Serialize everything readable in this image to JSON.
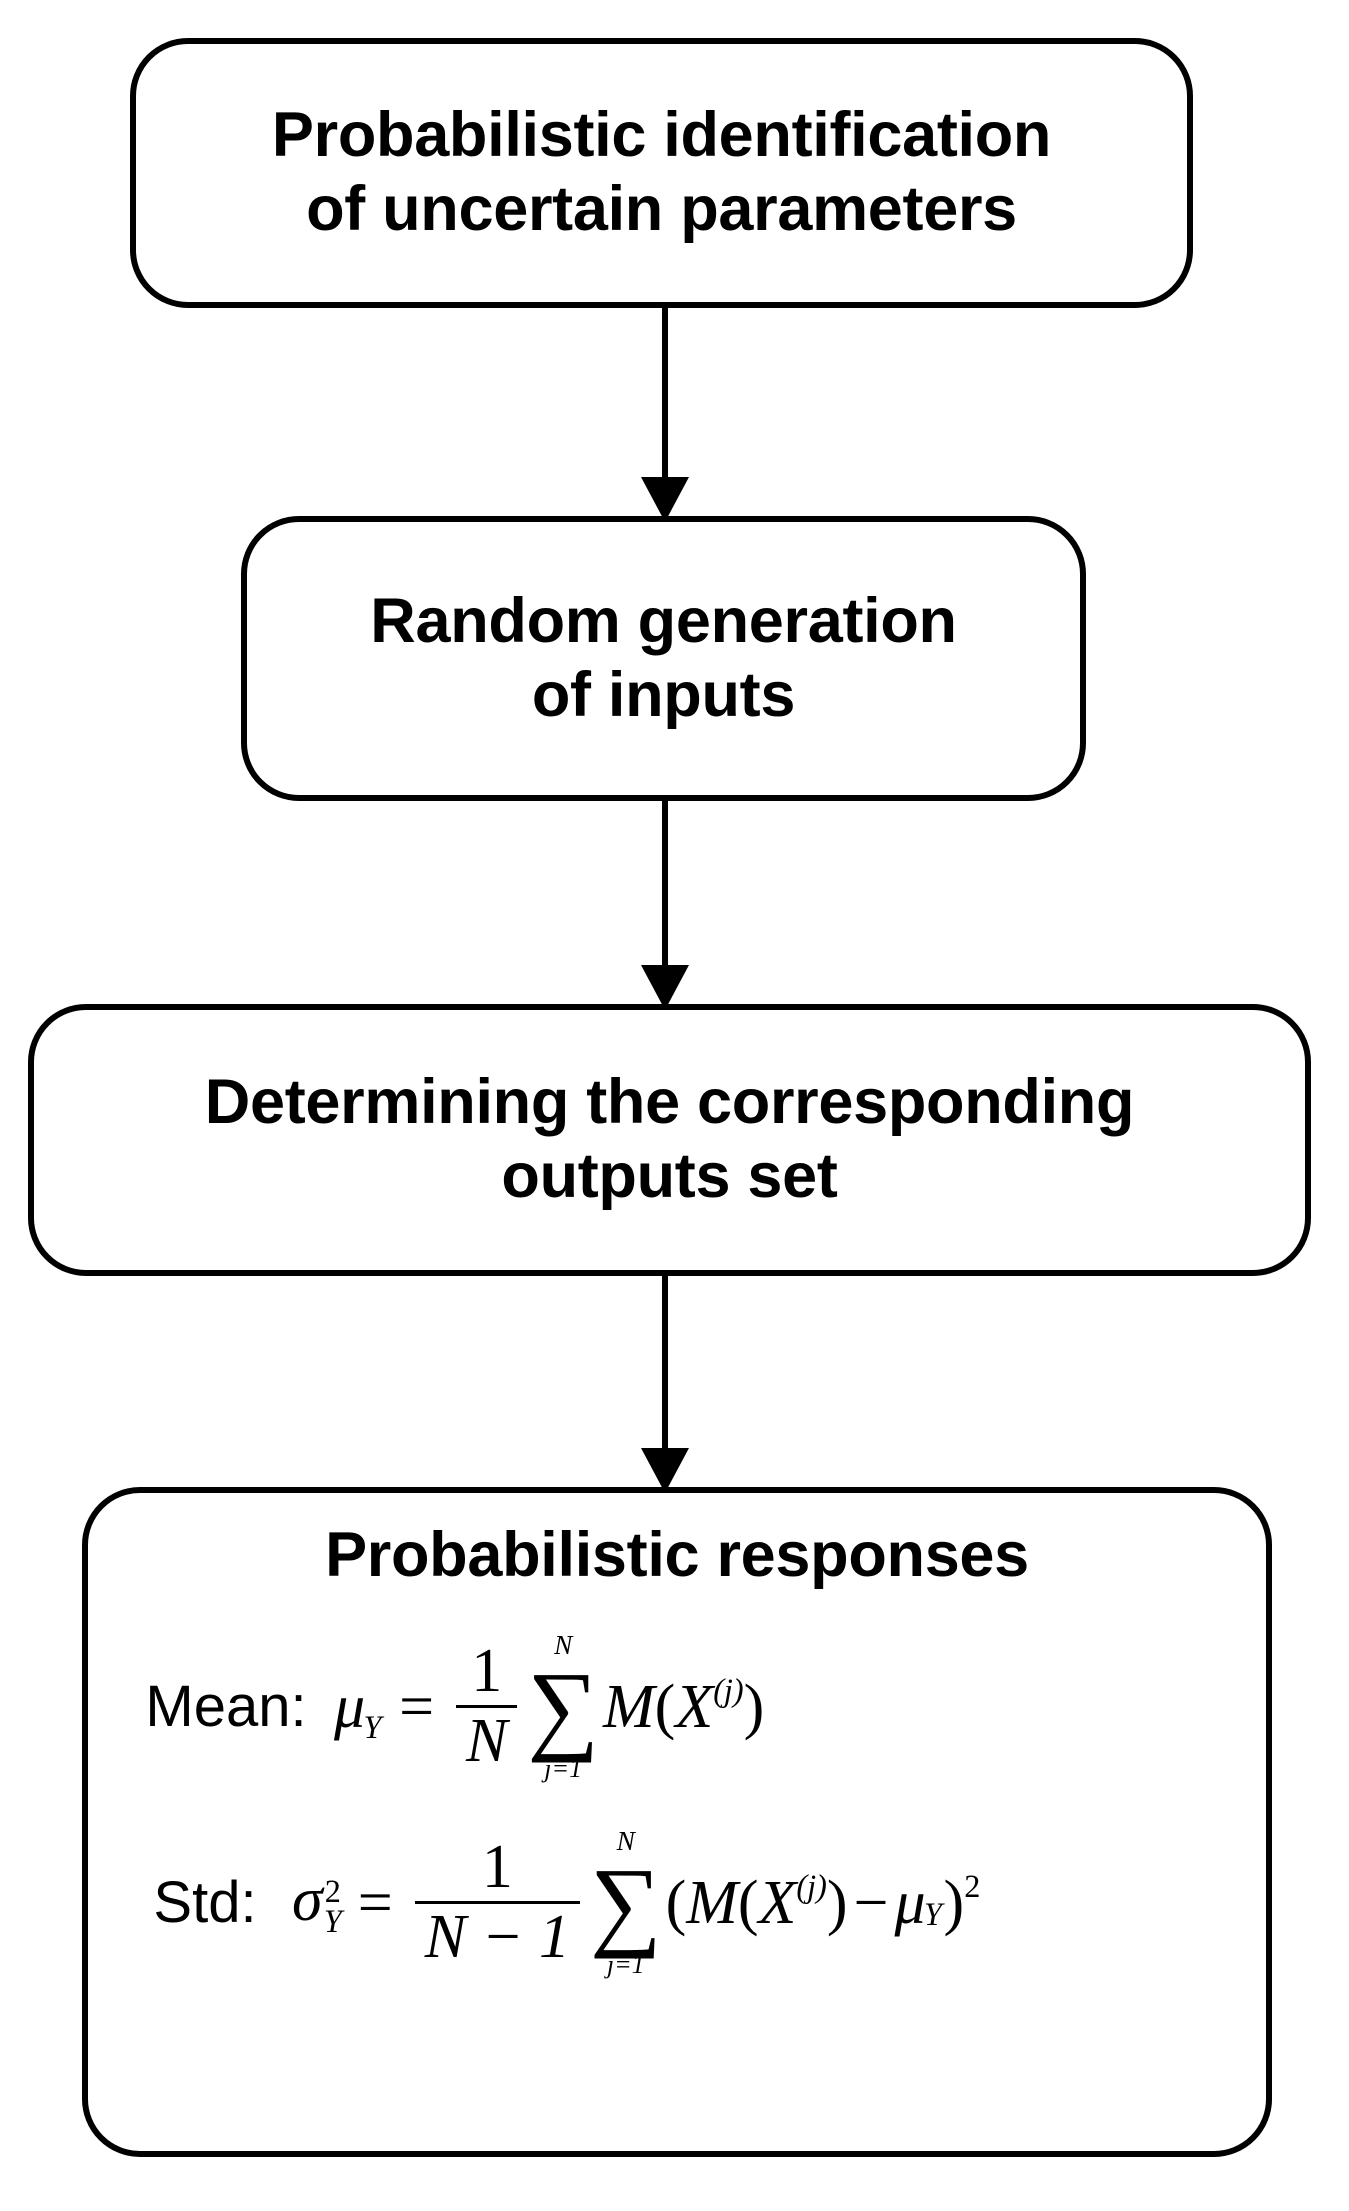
{
  "diagram": {
    "type": "flowchart",
    "orientation": "vertical",
    "title": "Monte Carlo probabilistic analysis workflow",
    "stroke_color": "#000000",
    "fill_color": "#ffffff",
    "text_color": "#000000"
  },
  "nodes": [
    {
      "id": "node-1",
      "label": "Probabilistic identification\nof uncertain parameters",
      "shape": "rounded-rectangle"
    },
    {
      "id": "node-2",
      "label": "Random generation\nof inputs",
      "shape": "rounded-rectangle"
    },
    {
      "id": "node-3",
      "label": "Determining the corresponding\noutputs set",
      "shape": "rounded-rectangle"
    },
    {
      "id": "node-4",
      "label": "Probabilistic responses",
      "shape": "rounded-rectangle"
    }
  ],
  "edges": [
    {
      "id": "edge-1",
      "from": "node-1",
      "to": "node-2",
      "style": "arrow-down"
    },
    {
      "id": "edge-2",
      "from": "node-2",
      "to": "node-3",
      "style": "arrow-down"
    },
    {
      "id": "edge-3",
      "from": "node-3",
      "to": "node-4",
      "style": "arrow-down"
    }
  ],
  "formulas": {
    "mean": {
      "label": "Mean:",
      "lhs_var": "μ",
      "lhs_sub": "Y",
      "equals": "=",
      "frac_num": "1",
      "frac_den": "N",
      "sum_top": "N",
      "sum_symbol": "∑",
      "sum_bottom": "j=1",
      "body_fn": "M",
      "body_open": "(",
      "body_var": "X",
      "body_sup": "(j)",
      "body_close": ")",
      "plain": "μY = (1/N) ∑(j=1..N) M(X^(j))"
    },
    "std": {
      "label": "Std:",
      "lhs_var": "σ",
      "lhs_sup": "2",
      "lhs_sub": "Y",
      "equals": "=",
      "frac_num": "1",
      "frac_den": "N − 1",
      "sum_top": "N",
      "sum_symbol": "∑",
      "sum_bottom": "j=1",
      "outer_open": "(",
      "body_fn": "M",
      "body_open": "(",
      "body_var": "X",
      "body_sup": "(j)",
      "body_close": ")",
      "minus": "−",
      "mu_var": "μ",
      "mu_sub": "Y",
      "outer_close": ")",
      "outer_sup": "2",
      "plain": "σ²Y = 1/(N−1) ∑(j=1..N) (M(X^(j)) − μY)²"
    }
  }
}
